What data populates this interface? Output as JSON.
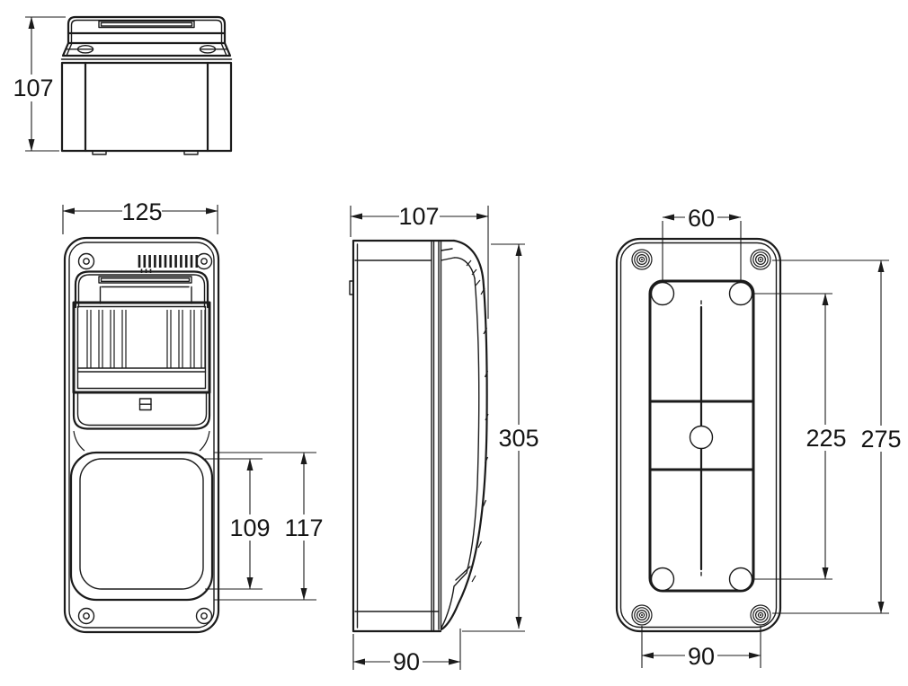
{
  "colors": {
    "background": "#ffffff",
    "line": "#1b1b1b"
  },
  "views": {
    "top": {
      "height": "107"
    },
    "front": {
      "width": "125",
      "door_inner_height": "109",
      "door_outer_height": "117"
    },
    "side": {
      "depth": "107",
      "height": "305",
      "base_depth": "90"
    },
    "back": {
      "hole_pitch_x": "60",
      "hole_pitch_y": "225",
      "screw_pitch_y": "275",
      "screw_pitch_x": "90"
    }
  }
}
